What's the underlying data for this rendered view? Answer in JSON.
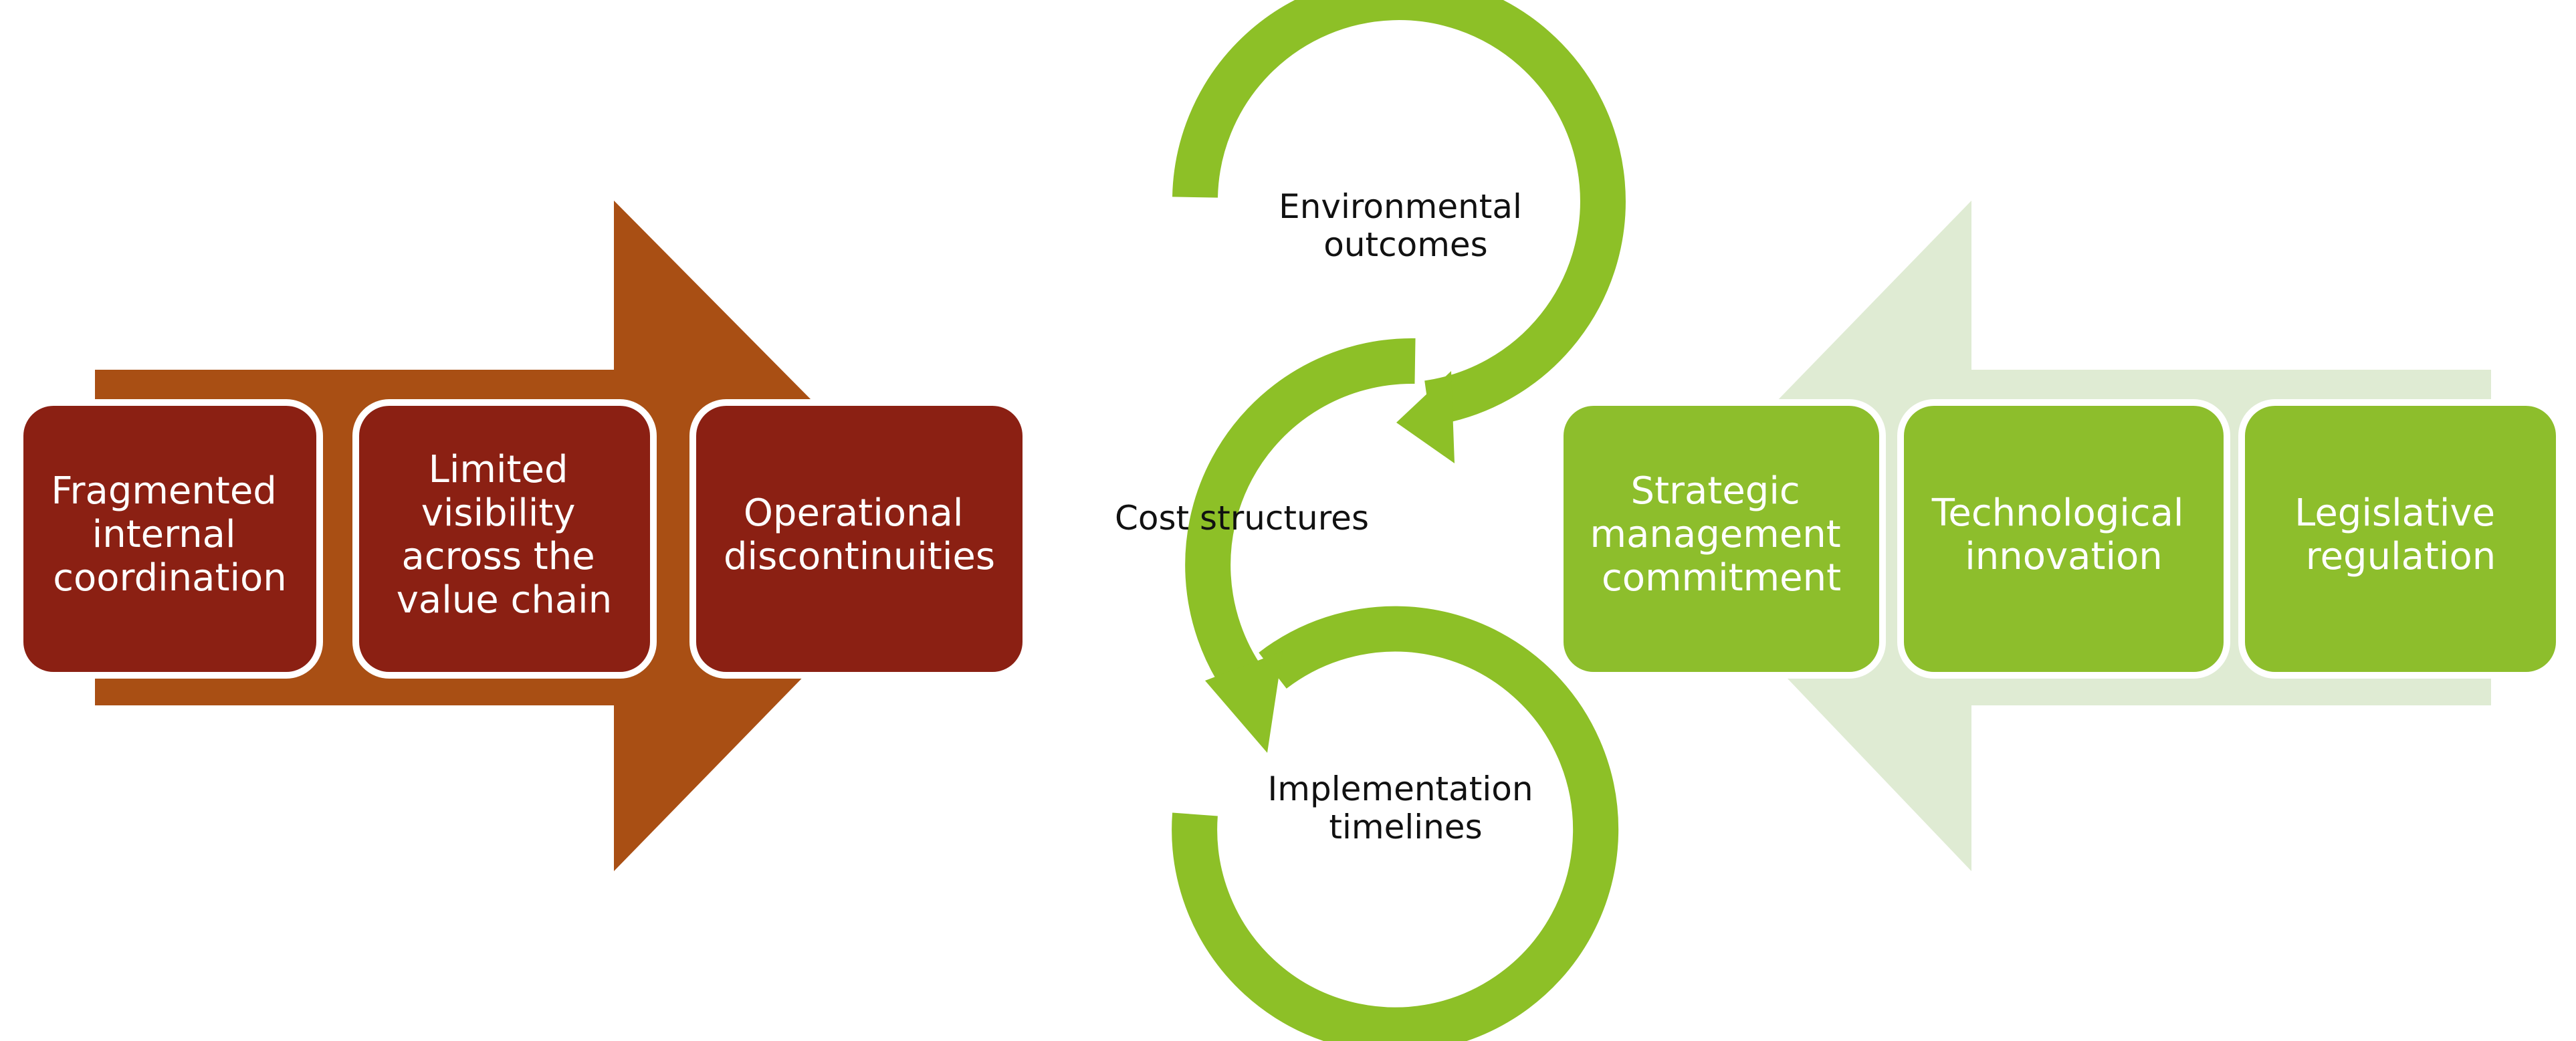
{
  "colors": {
    "barrier_arrow": "#A94F14",
    "barrier_box": "#8B2013",
    "driver_arrow": "#DFEBD3",
    "driver_box": "#8DBE2C",
    "cycle_ring": "#8DC027",
    "box_border": "#FFFFFF",
    "cycle_text": "#111111"
  },
  "barriers": [
    {
      "lines": [
        "Fragmented",
        "internal",
        "coordination"
      ]
    },
    {
      "lines": [
        "Limited",
        "visibility",
        "across the",
        "value chain"
      ]
    },
    {
      "lines": [
        "Operational",
        "discontinuities"
      ]
    }
  ],
  "drivers": [
    {
      "lines": [
        "Strategic",
        "management",
        "commitment"
      ]
    },
    {
      "lines": [
        "Technological",
        "innovation"
      ]
    },
    {
      "lines": [
        "Legislative",
        "regulation"
      ]
    }
  ],
  "cycle": {
    "top": {
      "lines": [
        "Environmental",
        "outcomes"
      ]
    },
    "middle": {
      "lines": [
        "Cost structures"
      ]
    },
    "bottom": {
      "lines": [
        "Implementation",
        "timelines"
      ]
    }
  }
}
